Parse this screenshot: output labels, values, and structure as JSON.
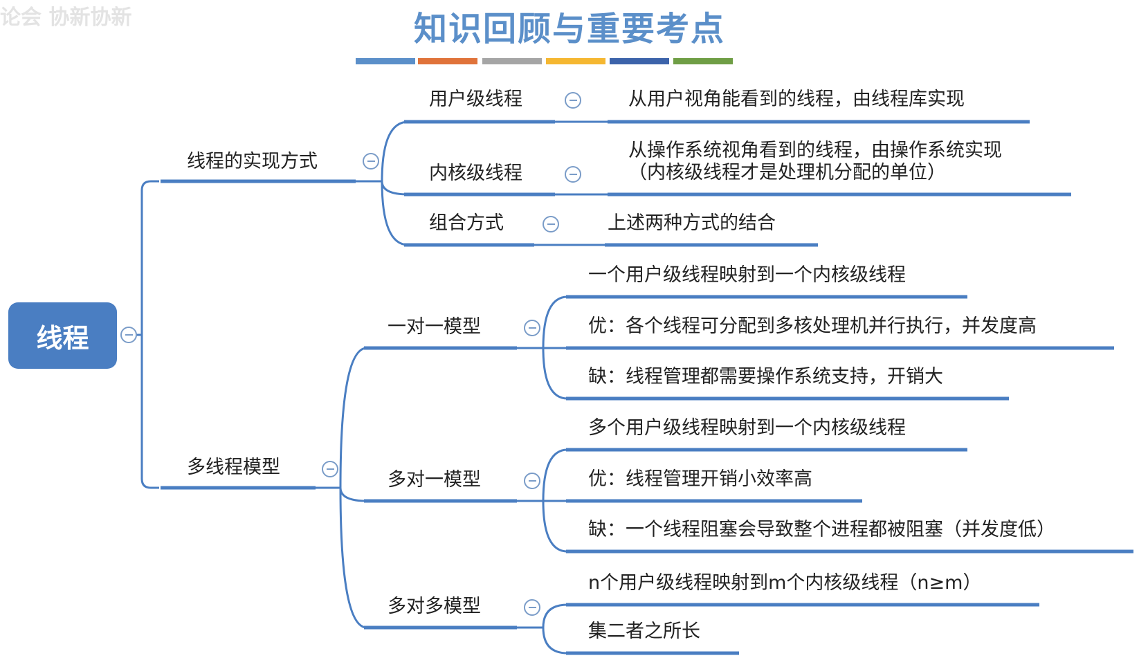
{
  "title": "知识回顾与重要考点",
  "watermark": "论会 协新协新",
  "color_bars": [
    "#5b8fc9",
    "#e0733a",
    "#a5a5a5",
    "#f5b731",
    "#3c63aa",
    "#6f9e45"
  ],
  "line_color": "#4a7ec2",
  "root": "线程",
  "branches": {
    "impl": {
      "label": "线程的实现方式",
      "user": {
        "label": "用户级线程",
        "desc": "从用户视角能看到的线程，由线程库实现"
      },
      "kernel": {
        "label": "内核级线程",
        "desc_line1": "从操作系统视角看到的线程，由操作系统实现",
        "desc_line2": "（内核级线程才是处理机分配的单位）"
      },
      "combo": {
        "label": "组合方式",
        "desc": "上述两种方式的结合"
      }
    },
    "models": {
      "label": "多线程模型",
      "one_one": {
        "label": "一对一模型",
        "items": [
          "一个用户级线程映射到一个内核级线程",
          "优：各个线程可分配到多核处理机并行执行，并发度高",
          "缺：线程管理都需要操作系统支持，开销大"
        ]
      },
      "many_one": {
        "label": "多对一模型",
        "items": [
          "多个用户级线程映射到一个内核级线程",
          "优：线程管理开销小效率高",
          "缺：一个线程阻塞会导致整个进程都被阻塞（并发度低）"
        ]
      },
      "many_many": {
        "label": "多对多模型",
        "items": [
          "n个用户级线程映射到m个内核级线程（n≥m）",
          "集二者之所长"
        ]
      }
    }
  }
}
